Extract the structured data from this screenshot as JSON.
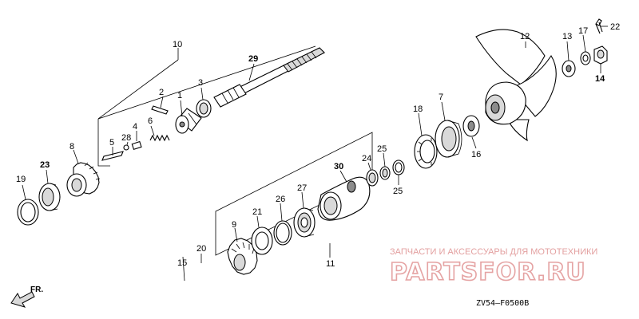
{
  "diagram": {
    "callouts": {
      "p1": "1",
      "p2": "2",
      "p3": "3",
      "p4": "4",
      "p5": "5",
      "p6": "6",
      "p7": "7",
      "p8": "8",
      "p9": "9",
      "p10": "10",
      "p11": "11",
      "p12": "12",
      "p13": "13",
      "p14": "14",
      "p15": "15",
      "p16": "16",
      "p17": "17",
      "p18": "18",
      "p19": "19",
      "p20": "20",
      "p21": "21",
      "p22": "22",
      "p23": "23",
      "p24": "24",
      "p25a": "25",
      "p25b": "25",
      "p26": "26",
      "p27": "27",
      "p28": "28",
      "p29": "29",
      "p30": "30"
    },
    "direction_label": "FR.",
    "drawing_code": "ZV54—F0500B"
  },
  "watermark": {
    "tagline": "ЗАПЧАСТИ И АКСЕССУАРЫ ДЛЯ МОТОТЕХНИКИ",
    "brand": "PARTSFOR.RU"
  }
}
